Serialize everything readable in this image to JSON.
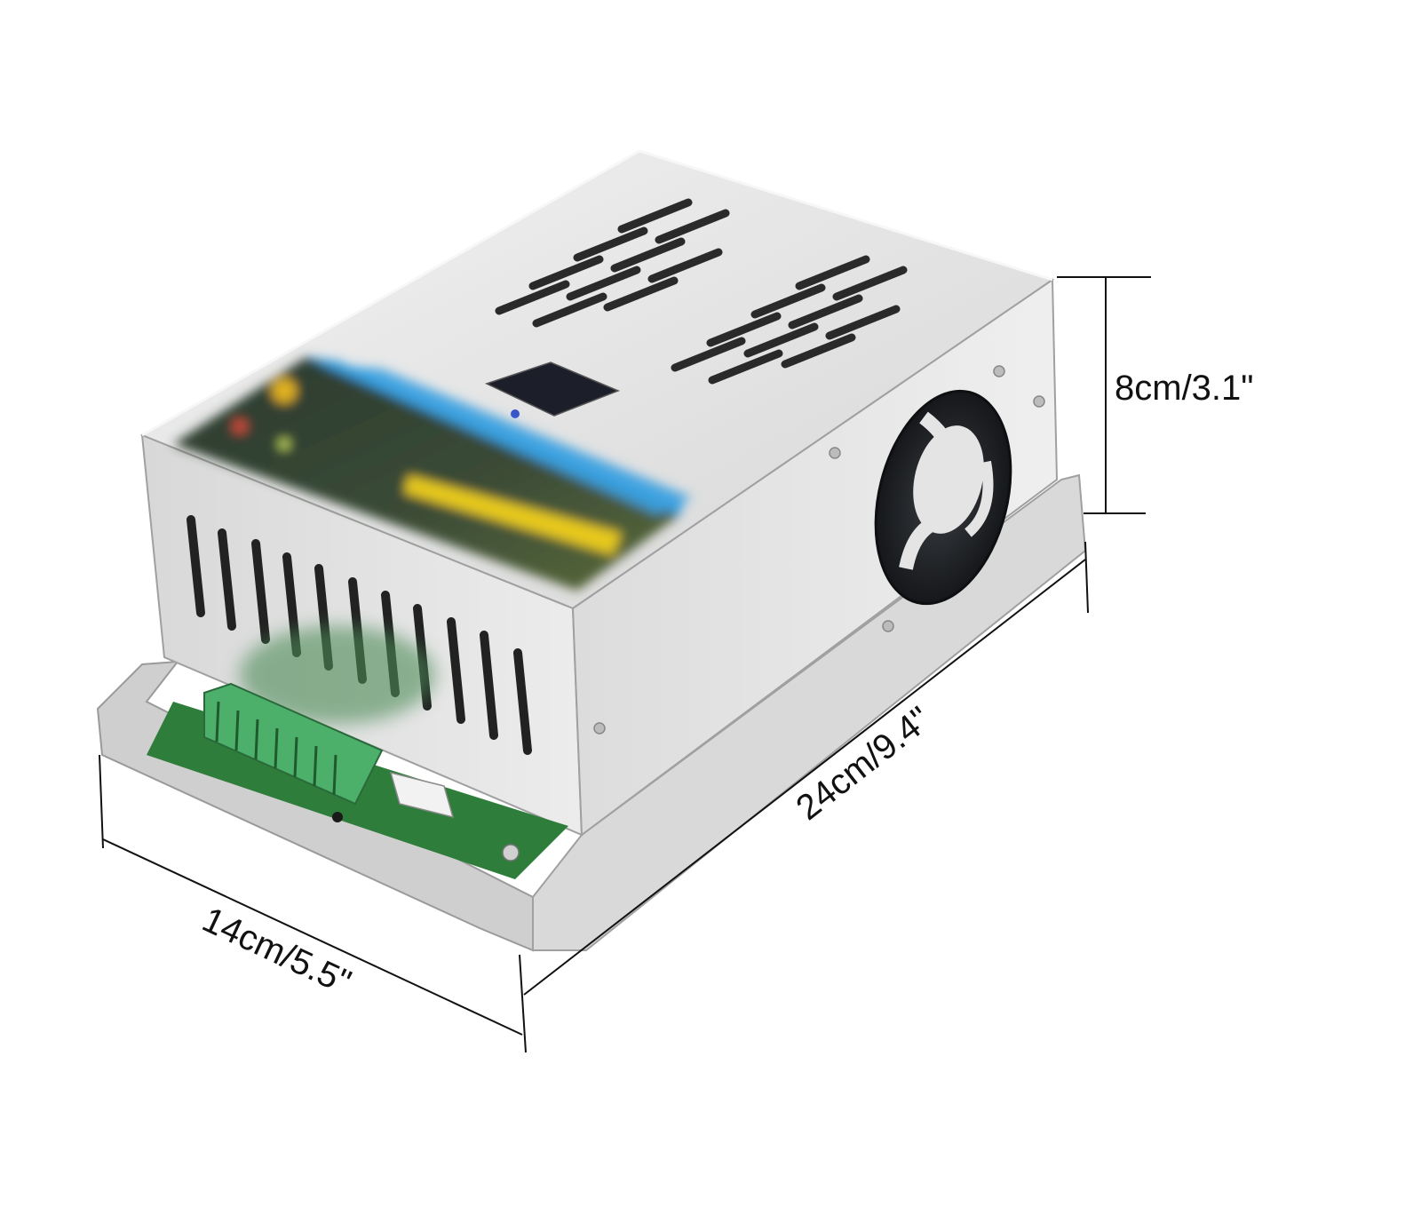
{
  "dimensions": {
    "height_label": "8cm/3.1\"",
    "length_label": "24cm/9.4\"",
    "width_label": "14cm/5.5\""
  },
  "colors": {
    "casing_light": "#e6e6e6",
    "casing_mid": "#d2d2d2",
    "casing_dark": "#b8b8b8",
    "vent_slot": "#2a2a2a",
    "fan_dark": "#1f2124",
    "pcb_green": "#2e7d3a",
    "terminal_green": "#4caf6a",
    "label_blue": "#3aa0e0",
    "label_yellow": "#e6c81e"
  }
}
